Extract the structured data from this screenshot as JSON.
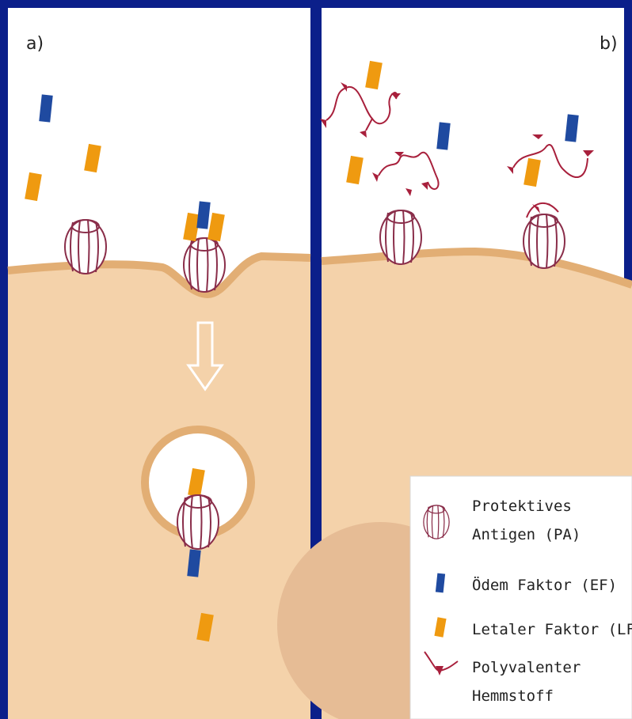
{
  "panels": {
    "a_label": "a)",
    "b_label": "b)"
  },
  "legend": {
    "pa_line1": "Protektives",
    "pa_line2": "Antigen (PA)",
    "ef": "Ödem Faktor (EF)",
    "lf": "Letaler Faktor (LF)",
    "inh_line1": "Polyvalenter",
    "inh_line2": "Hemmstoff"
  },
  "colors": {
    "frame": "#0b1f8a",
    "background": "#ffffff",
    "cytoplasm": "#f4d2aa",
    "membrane": "#e2ae74",
    "nucleus": "#e6bc95",
    "ef_blue": "#1f4aa0",
    "lf_orange": "#ef9a10",
    "pa_outline": "#8a2e4a",
    "inhibitor": "#a8203c"
  }
}
